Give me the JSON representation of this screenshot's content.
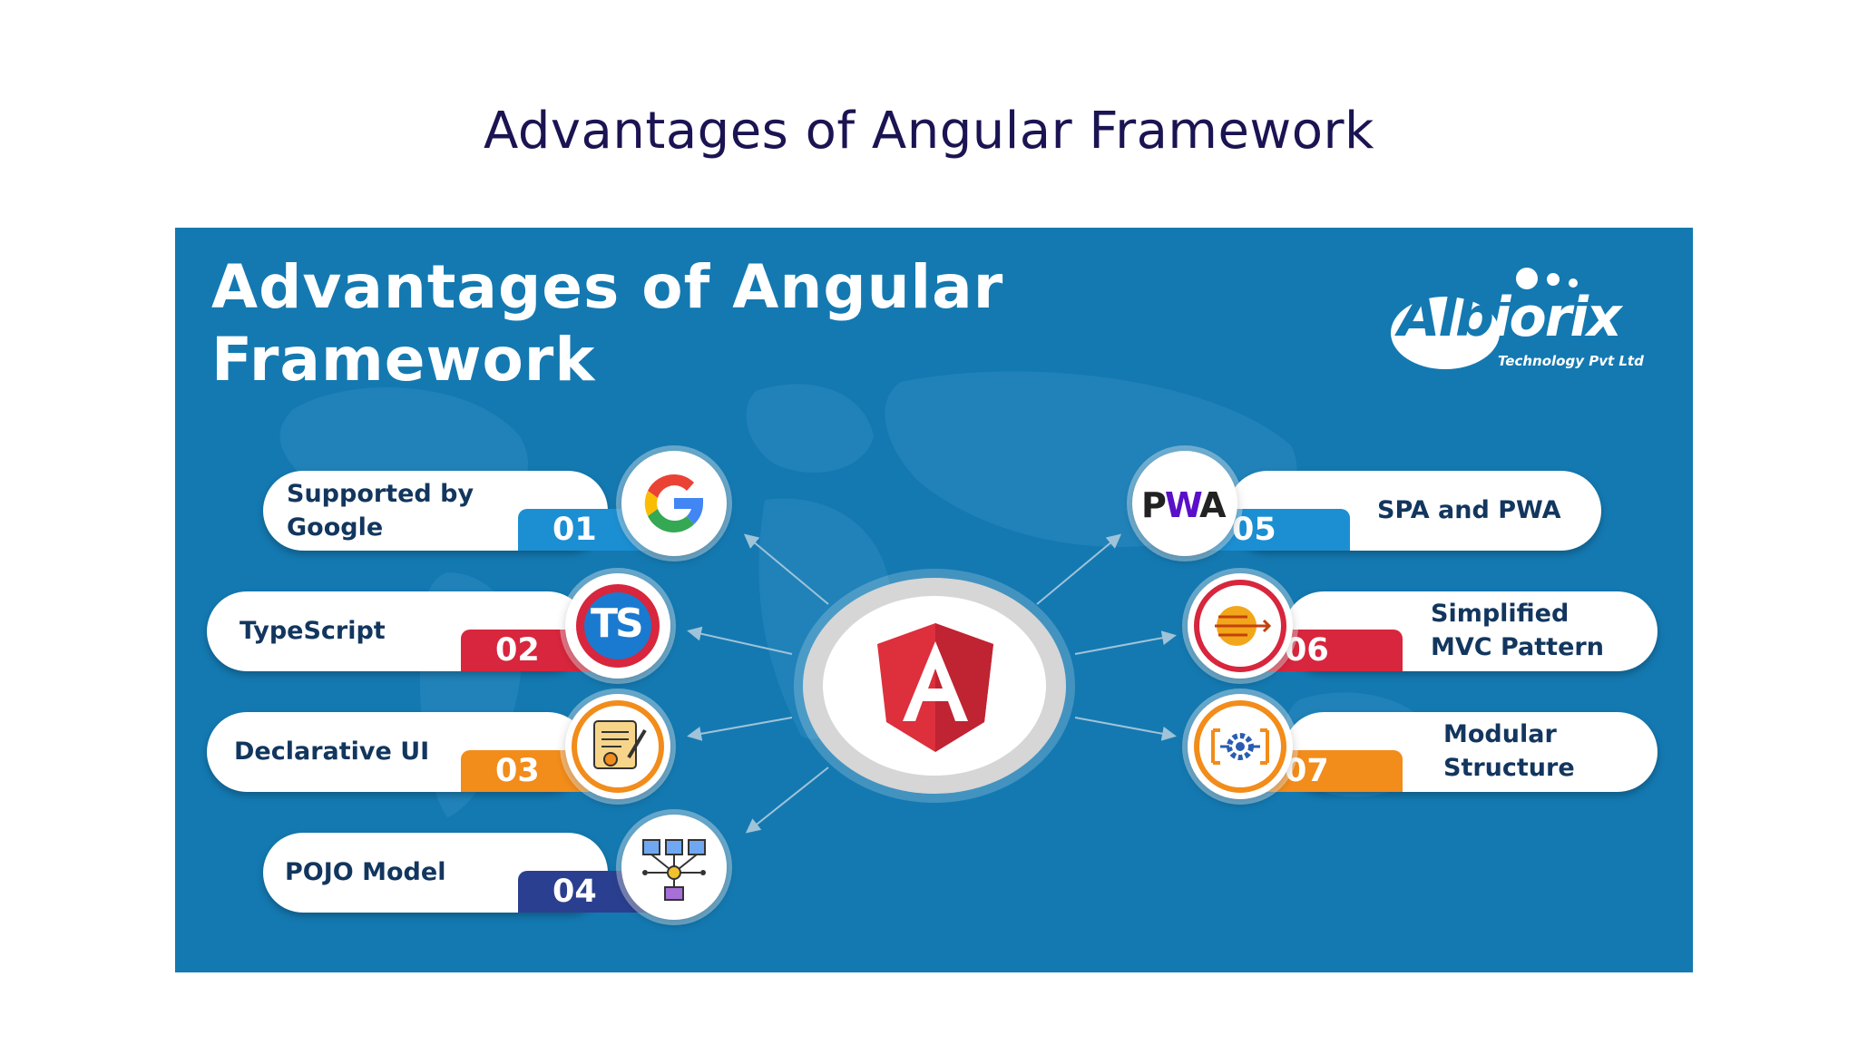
{
  "slide": {
    "title": "Advantages of Angular Framework"
  },
  "infographic": {
    "title_lines": [
      "Advantages of Angular",
      "Framework"
    ],
    "logo": {
      "name": "Albiorix",
      "mark": "Alb",
      "wordmark": "iorix",
      "tagline": "Technology Pvt Ltd"
    },
    "center_icon": "angular-logo-icon",
    "colors": {
      "panel": "#1479b1",
      "n01": "#1c8fd3",
      "n02": "#d7263d",
      "n03": "#f28c1a",
      "n04": "#2a3f8f",
      "n05": "#1c8fd3",
      "n06": "#d7263d",
      "n07": "#f28c1a"
    },
    "items": [
      {
        "number": "01",
        "label": "Supported by Google",
        "lines": [
          "Supported by",
          "Google"
        ],
        "icon": "google-icon"
      },
      {
        "number": "02",
        "label": "TypeScript",
        "lines": [
          "TypeScript"
        ],
        "icon": "typescript-icon",
        "icon_text": "TS"
      },
      {
        "number": "03",
        "label": "Declarative UI",
        "lines": [
          "Declarative UI"
        ],
        "icon": "certificate-scroll-icon"
      },
      {
        "number": "04",
        "label": "POJO Model",
        "lines": [
          "POJO Model"
        ],
        "icon": "data-model-icon"
      },
      {
        "number": "05",
        "label": "SPA and PWA",
        "lines": [
          "SPA and PWA"
        ],
        "icon": "pwa-icon",
        "icon_text": "PWA"
      },
      {
        "number": "06",
        "label": "Simplified MVC Pattern",
        "lines": [
          "Simplified",
          "MVC Pattern"
        ],
        "icon": "circuit-icon"
      },
      {
        "number": "07",
        "label": "Modular Structure",
        "lines": [
          "Modular",
          "Structure"
        ],
        "icon": "gear-modules-icon"
      }
    ]
  }
}
